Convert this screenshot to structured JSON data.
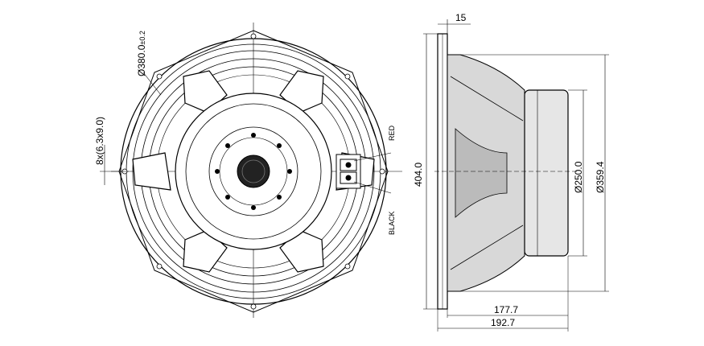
{
  "front_view": {
    "outer_diameter": {
      "value": "Ø380.0",
      "tolerance": "±0.2"
    },
    "mounting_holes": "8x(6.3x9.0)",
    "terminal_red": "RED",
    "terminal_black": "BLACK"
  },
  "side_view": {
    "flange_thickness": "15",
    "overall_height": "404.0",
    "magnet_diameter": "Ø250.0",
    "basket_diameter": "Ø359.4",
    "depth_inner": "177.7",
    "depth_total": "192.7"
  },
  "colors": {
    "line": "#000000",
    "cone_fill": "#d8d8d8",
    "magnet_fill": "#e6e6e6",
    "dust_cap": "#222222"
  }
}
